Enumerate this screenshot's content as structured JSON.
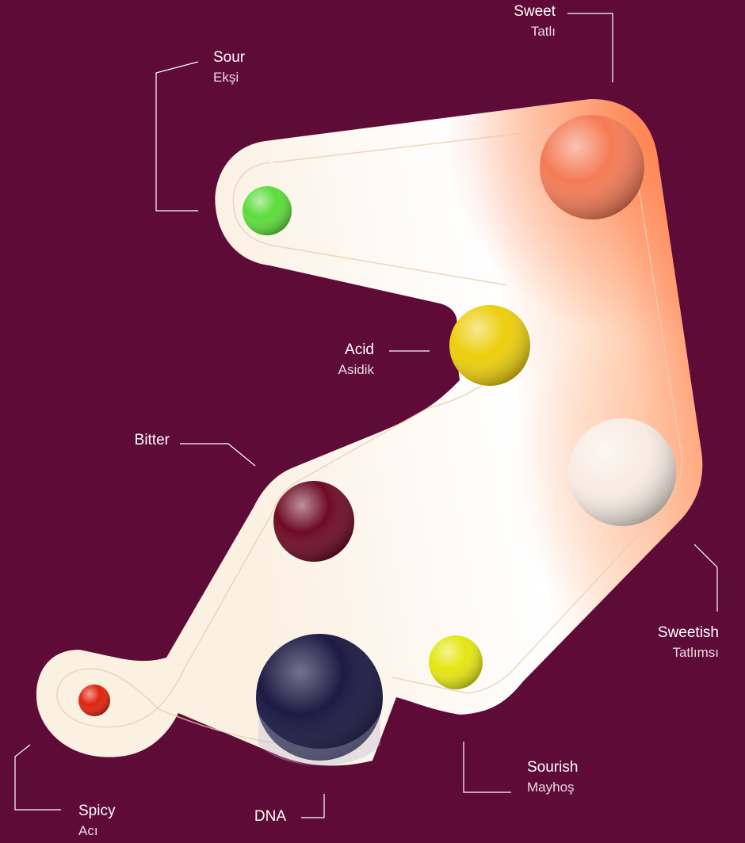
{
  "colors": {
    "background": "#5e0b38",
    "shape": "#fbf2e6",
    "shape_accent": "#ff7f4d",
    "leader_line": "#ffffff"
  },
  "labels": {
    "sweet": {
      "en": "Sweet",
      "tr": "Tatlı"
    },
    "sour": {
      "en": "Sour",
      "tr": "Ekşi"
    },
    "acid": {
      "en": "Acid",
      "tr": "Asidik"
    },
    "bitter": {
      "en": "Bitter"
    },
    "sweetish": {
      "en": "Sweetish",
      "tr": "Tatlımsı"
    },
    "sourish": {
      "en": "Sourish",
      "tr": "Mayhoş"
    },
    "spicy": {
      "en": "Spicy",
      "tr": "Acı"
    },
    "dna": {
      "en": "DNA"
    }
  },
  "spheres": {
    "sweet": {
      "color": "#f47a55"
    },
    "sour": {
      "color": "#5cdc3a"
    },
    "acid": {
      "color": "#ecce0c"
    },
    "bitter": {
      "color": "#6e0a24"
    },
    "sweetish": {
      "color": "#f8ede3"
    },
    "sourish": {
      "color": "#e4e612"
    },
    "spicy": {
      "color": "#e0230d"
    },
    "dna": {
      "color": "#1e1b44"
    }
  }
}
